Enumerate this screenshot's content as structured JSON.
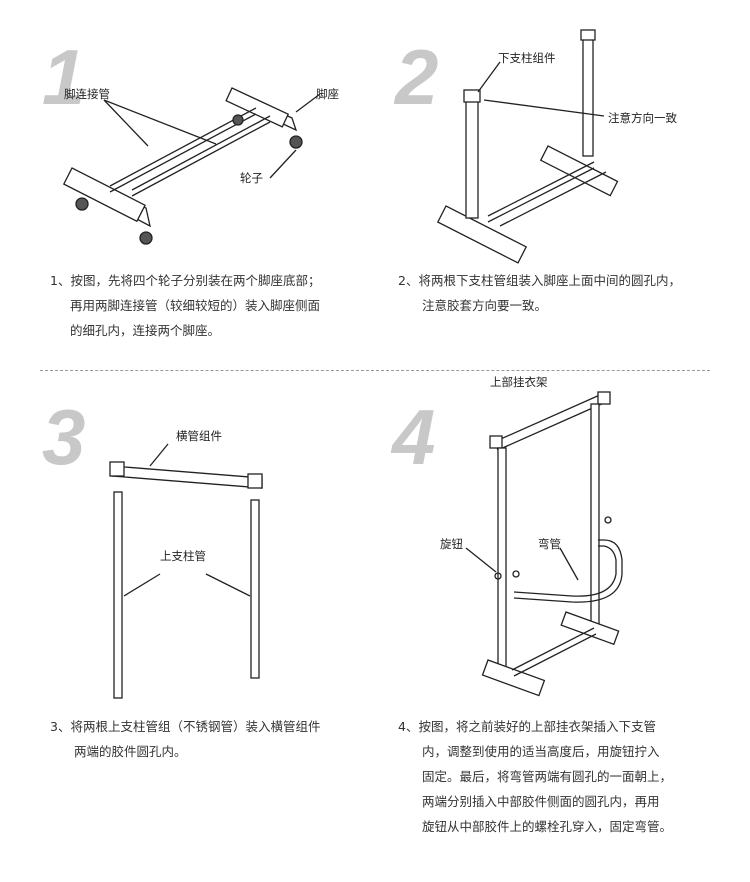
{
  "steps": [
    {
      "number": "1",
      "labels": {
        "a": "脚连接管",
        "b": "脚座",
        "c": "轮子"
      },
      "desc": [
        "1、按图，先将四个轮子分别装在两个脚座底部；",
        "再用两脚连接管（较细较短的）装入脚座侧面",
        "的细孔内，连接两个脚座。"
      ]
    },
    {
      "number": "2",
      "labels": {
        "a": "下支柱组件",
        "b": "注意方向一致"
      },
      "desc": [
        "2、将两根下支柱管组装入脚座上面中间的圆孔内，",
        "注意胶套方向要一致。"
      ]
    },
    {
      "number": "3",
      "labels": {
        "a": "横管组件",
        "b": "上支柱管"
      },
      "desc": [
        "3、将两根上支柱管组（不锈钢管）装入横管组件",
        "两端的胶件圆孔内。"
      ]
    },
    {
      "number": "4",
      "labels": {
        "a": "上部挂衣架",
        "b": "旋钮",
        "c": "弯管"
      },
      "desc": [
        "4、按图，将之前装好的上部挂衣架插入下支管",
        "内，调整到使用的适当高度后，用旋钮拧入",
        "固定。最后，将弯管两端有圆孔的一面朝上，",
        "两端分别插入中部胶件侧面的圆孔内，再用",
        "旋钮从中部胶件上的螺栓孔穿入，固定弯管。"
      ]
    }
  ]
}
